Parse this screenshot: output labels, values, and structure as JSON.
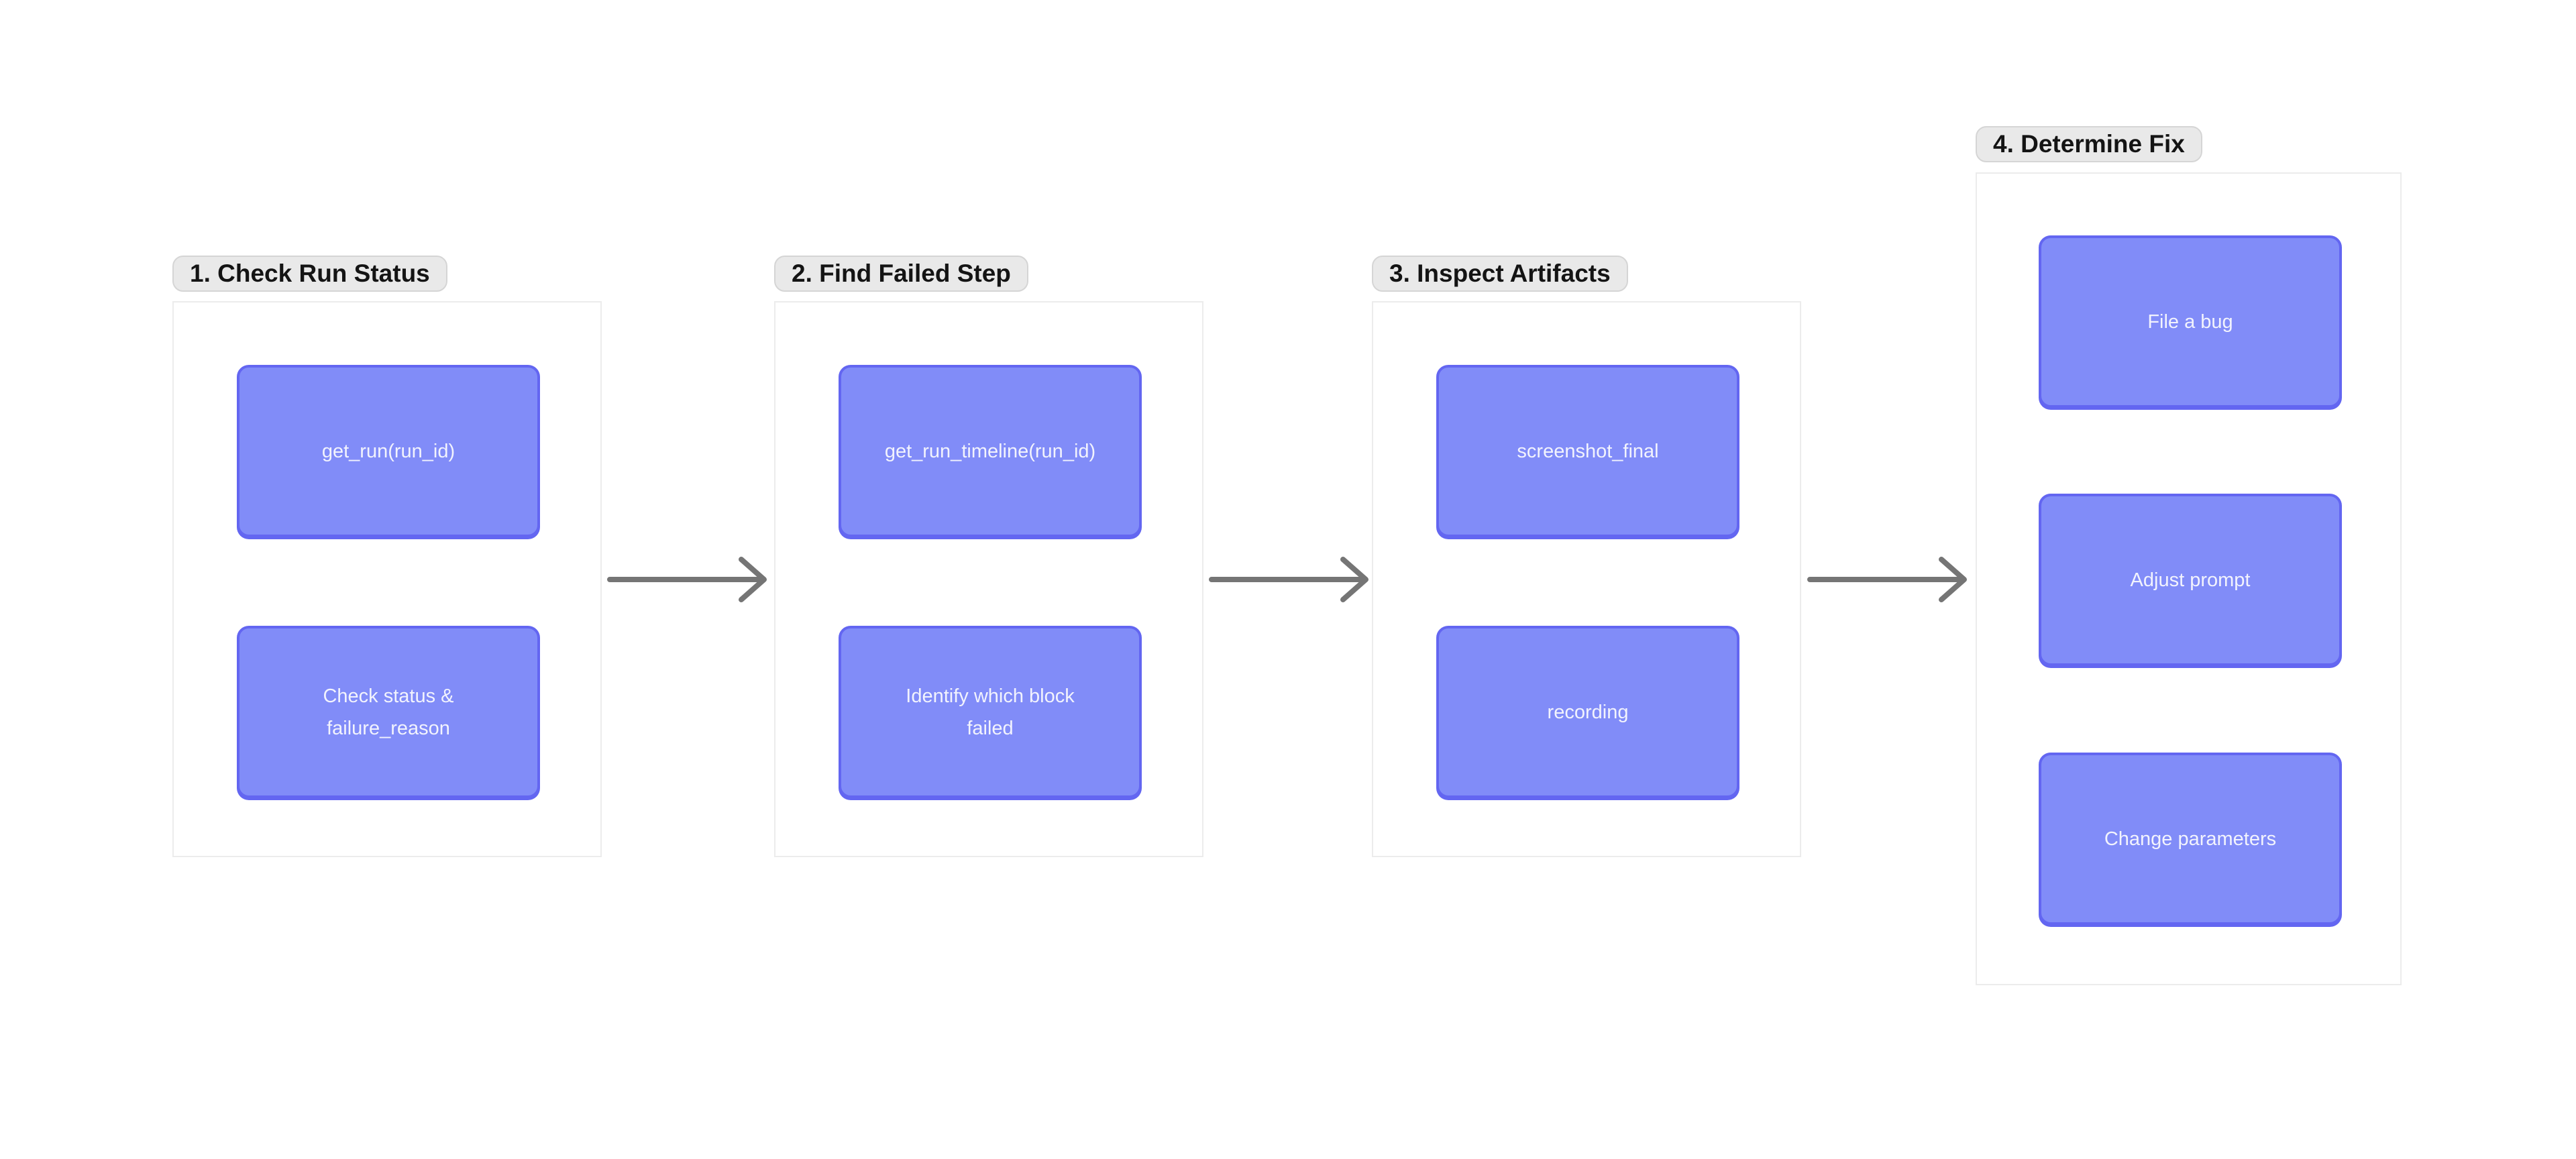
{
  "diagram": {
    "background": "#ffffff",
    "colors": {
      "node_fill": "#818CF8",
      "node_border": "#6366F1",
      "node_text": "#F2F3FD",
      "label_bg": "#E9E9E9",
      "label_border": "#D5D5D5",
      "label_text": "#141414",
      "group_frame_border": "#ECECEC",
      "arrow": "#757575"
    },
    "groups": [
      {
        "label": "1. Check Run Status",
        "nodes": [
          {
            "label": "get_run(run_id)"
          },
          {
            "label": "Check status &\nfailure_reason"
          }
        ]
      },
      {
        "label": "2. Find Failed Step",
        "nodes": [
          {
            "label": "get_run_timeline(run_id)"
          },
          {
            "label": "Identify which block\nfailed"
          }
        ]
      },
      {
        "label": "3. Inspect Artifacts",
        "nodes": [
          {
            "label": "screenshot_final"
          },
          {
            "label": "recording"
          }
        ]
      },
      {
        "label": "4. Determine Fix",
        "nodes": [
          {
            "label": "File a bug"
          },
          {
            "label": "Adjust prompt"
          },
          {
            "label": "Change parameters"
          }
        ]
      }
    ],
    "connectors": [
      {
        "from": "1. Check Run Status",
        "to": "2. Find Failed Step"
      },
      {
        "from": "2. Find Failed Step",
        "to": "3. Inspect Artifacts"
      },
      {
        "from": "3. Inspect Artifacts",
        "to": "4. Determine Fix"
      }
    ]
  }
}
